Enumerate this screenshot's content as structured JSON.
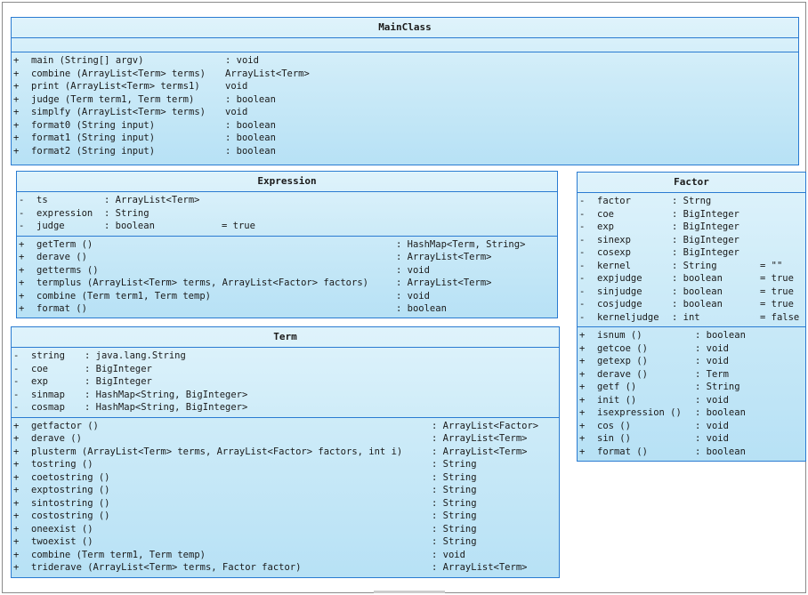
{
  "classes": {
    "mainclass": {
      "name": "MainClass",
      "attributes": [],
      "methods": [
        {
          "vis": "+",
          "name": "main (String[] argv)",
          "type": ": void"
        },
        {
          "vis": "+",
          "name": "combine (ArrayList<Term> terms)",
          "type": "ArrayList<Term>"
        },
        {
          "vis": "+",
          "name": "print (ArrayList<Term> terms1)",
          "type": "void"
        },
        {
          "vis": "+",
          "name": "judge (Term term1, Term term)",
          "type": ": boolean"
        },
        {
          "vis": "+",
          "name": "simplfy (ArrayList<Term> terms)",
          "type": "void"
        },
        {
          "vis": "+",
          "name": "format0 (String input)",
          "type": ": boolean"
        },
        {
          "vis": "+",
          "name": "format1 (String input)",
          "type": ": boolean"
        },
        {
          "vis": "+",
          "name": "format2 (String input)",
          "type": ": boolean"
        }
      ]
    },
    "expression": {
      "name": "Expression",
      "attributes": [
        {
          "vis": "-",
          "name": "ts",
          "type": ": ArrayList<Term>",
          "init": ""
        },
        {
          "vis": "-",
          "name": "expression",
          "type": ": String",
          "init": ""
        },
        {
          "vis": "-",
          "name": "judge",
          "type": ": boolean",
          "init": "= true"
        }
      ],
      "methods": [
        {
          "vis": "+",
          "name": "getTerm ()",
          "type": ": HashMap<Term, String>"
        },
        {
          "vis": "+",
          "name": "derave ()",
          "type": ": ArrayList<Term>"
        },
        {
          "vis": "+",
          "name": "getterms ()",
          "type": ": void"
        },
        {
          "vis": "+",
          "name": "termplus (ArrayList<Term> terms, ArrayList<Factor> factors)",
          "type": ": ArrayList<Term>"
        },
        {
          "vis": "+",
          "name": "combine (Term term1, Term temp)",
          "type": ": void"
        },
        {
          "vis": "+",
          "name": "format ()",
          "type": ": boolean"
        }
      ]
    },
    "term": {
      "name": "Term",
      "attributes": [
        {
          "vis": "-",
          "name": "string",
          "type": ": java.lang.String"
        },
        {
          "vis": "-",
          "name": "coe",
          "type": ": BigInteger"
        },
        {
          "vis": "-",
          "name": "exp",
          "type": ": BigInteger"
        },
        {
          "vis": "-",
          "name": "sinmap",
          "type": ": HashMap<String, BigInteger>"
        },
        {
          "vis": "-",
          "name": "cosmap",
          "type": ": HashMap<String, BigInteger>"
        }
      ],
      "methods": [
        {
          "vis": "+",
          "name": "getfactor ()",
          "type": ": ArrayList<Factor>"
        },
        {
          "vis": "+",
          "name": "derave ()",
          "type": ": ArrayList<Term>"
        },
        {
          "vis": "+",
          "name": "plusterm (ArrayList<Term> terms, ArrayList<Factor> factors, int i)",
          "type": ": ArrayList<Term>"
        },
        {
          "vis": "+",
          "name": "tostring ()",
          "type": ": String"
        },
        {
          "vis": "+",
          "name": "coetostring ()",
          "type": ": String"
        },
        {
          "vis": "+",
          "name": "exptostring ()",
          "type": ": String"
        },
        {
          "vis": "+",
          "name": "sintostring ()",
          "type": ": String"
        },
        {
          "vis": "+",
          "name": "costostring ()",
          "type": ": String"
        },
        {
          "vis": "+",
          "name": "oneexist ()",
          "type": ": String"
        },
        {
          "vis": "+",
          "name": "twoexist ()",
          "type": ": String"
        },
        {
          "vis": "+",
          "name": "combine (Term term1, Term temp)",
          "type": ": void"
        },
        {
          "vis": "+",
          "name": "triderave (ArrayList<Term> terms, Factor factor)",
          "type": ": ArrayList<Term>"
        }
      ]
    },
    "factor": {
      "name": "Factor",
      "attributes": [
        {
          "vis": "-",
          "name": "factor",
          "type": ": Strng",
          "init": ""
        },
        {
          "vis": "-",
          "name": "coe",
          "type": ": BigInteger",
          "init": ""
        },
        {
          "vis": "-",
          "name": "exp",
          "type": ": BigInteger",
          "init": ""
        },
        {
          "vis": "-",
          "name": "sinexp",
          "type": ": BigInteger",
          "init": ""
        },
        {
          "vis": "-",
          "name": "cosexp",
          "type": ": BigInteger",
          "init": ""
        },
        {
          "vis": "-",
          "name": "kernel",
          "type": ": String",
          "init": "= \"\""
        },
        {
          "vis": "-",
          "name": "expjudge",
          "type": ": boolean",
          "init": "= true"
        },
        {
          "vis": "-",
          "name": "sinjudge",
          "type": ": boolean",
          "init": "= true"
        },
        {
          "vis": "-",
          "name": "cosjudge",
          "type": ": boolean",
          "init": "= true"
        },
        {
          "vis": "-",
          "name": "kerneljudge",
          "type": ": int",
          "init": "= false"
        }
      ],
      "methods": [
        {
          "vis": "+",
          "name": "isnum ()",
          "type": ": boolean"
        },
        {
          "vis": "+",
          "name": "getcoe ()",
          "type": ": void"
        },
        {
          "vis": "+",
          "name": "getexp ()",
          "type": ": void"
        },
        {
          "vis": "+",
          "name": "derave ()",
          "type": ": Term"
        },
        {
          "vis": "+",
          "name": "getf ()",
          "type": ": String"
        },
        {
          "vis": "+",
          "name": "init ()",
          "type": ": void"
        },
        {
          "vis": "+",
          "name": "isexpression ()",
          "type": ": boolean"
        },
        {
          "vis": "+",
          "name": "cos ()",
          "type": ": void"
        },
        {
          "vis": "+",
          "name": "sin ()",
          "type": ": void"
        },
        {
          "vis": "+",
          "name": "format ()",
          "type": ": boolean"
        }
      ]
    }
  },
  "colors": {
    "border": "#2a7bd1",
    "fill_top": "#dff3fb",
    "fill_bottom": "#b7e1f5"
  }
}
